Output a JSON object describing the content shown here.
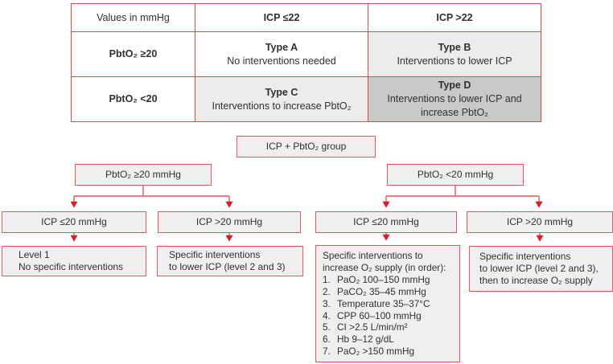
{
  "figure": {
    "table": {
      "header": {
        "c0": "Values in mmHg",
        "c1": "ICP ≤22",
        "c2": "ICP >22"
      },
      "row1": {
        "label": "PbtO₂ ≥20",
        "a_title": "Type A",
        "a_desc": "No interventions needed",
        "b_title": "Type B",
        "b_desc": "Interventions to lower ICP"
      },
      "row2": {
        "label": "PbtO₂ <20",
        "c_title": "Type C",
        "c_desc": "Interventions to increase PbtO₂",
        "d_title": "Type D",
        "d_desc": "Interventions to lower ICP and increase PbtO₂"
      }
    },
    "flow": {
      "root": "ICP + PbtO₂ group",
      "l2_left": "PbtO₂ ≥20 mmHg",
      "l2_right": "PbtO₂ <20 mmHg",
      "l3_a": "ICP ≤20 mmHg",
      "l3_b": "ICP >20 mmHg",
      "l3_c": "ICP ≤20 mmHg",
      "l3_d": "ICP >20 mmHg",
      "out_a": {
        "l1": "Level 1",
        "l2": "No specific interventions"
      },
      "out_b": {
        "l1": "Specific interventions",
        "l2": "to lower ICP (level 2 and 3)"
      },
      "out_c": {
        "h1": "Specific interventions to",
        "h2": "increase O₂ supply (in order):",
        "items": [
          {
            "num": "1.",
            "text": "PaO₂ 100–150 mmHg"
          },
          {
            "num": "2.",
            "text": "PaCO₂ 35–45 mmHg"
          },
          {
            "num": "3.",
            "text": "Temperature 35–37°C"
          },
          {
            "num": "4.",
            "text": "CPP 60–100 mmHg"
          },
          {
            "num": "5.",
            "text": "CI >2.5 L/min/m²"
          },
          {
            "num": "6.",
            "text": "Hb 9–12 g/dL"
          },
          {
            "num": "7.",
            "text": "PaO₂ >150 mmHg"
          }
        ]
      },
      "out_d": {
        "l1": "Specific interventions",
        "l2": "to lower ICP (level 2 and 3),",
        "l3": "then to increase O₂ supply"
      }
    },
    "colors": {
      "border_red": "#e0454c",
      "arrow_red": "#d81f26",
      "box_bg": "#efefef",
      "shaded_cell": "#ececec",
      "dark_cell": "#c9c9c9"
    }
  }
}
